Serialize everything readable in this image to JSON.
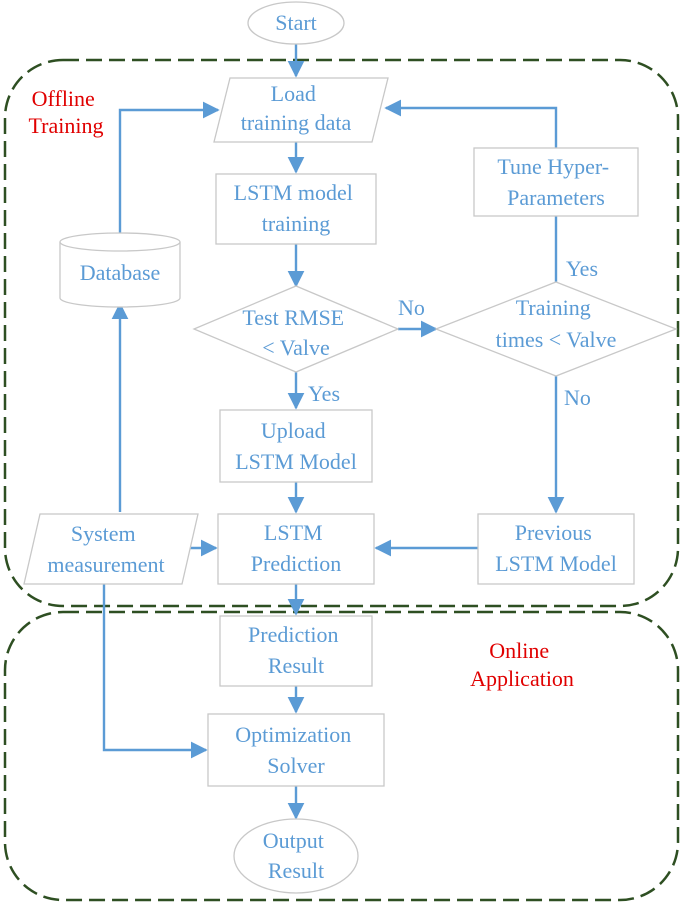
{
  "regions": {
    "offline": {
      "lines": [
        "Offline",
        "Training"
      ]
    },
    "online": {
      "lines": [
        "Online",
        "Application"
      ]
    }
  },
  "nodes": {
    "start": {
      "lines": [
        "Start"
      ]
    },
    "load": {
      "lines": [
        "Load",
        "training data"
      ]
    },
    "train": {
      "lines": [
        "LSTM model",
        "training"
      ]
    },
    "tune": {
      "lines": [
        "Tune Hyper-",
        "Parameters"
      ]
    },
    "database": {
      "lines": [
        "Database"
      ]
    },
    "test": {
      "lines": [
        "Test RMSE",
        "< Valve"
      ]
    },
    "times": {
      "lines": [
        "Training",
        "times < Valve"
      ]
    },
    "upload": {
      "lines": [
        "Upload",
        "LSTM Model"
      ]
    },
    "sysmeas": {
      "lines": [
        "System",
        "measurement"
      ]
    },
    "predict": {
      "lines": [
        "LSTM",
        "Prediction"
      ]
    },
    "previous": {
      "lines": [
        "Previous",
        "LSTM Model"
      ]
    },
    "result": {
      "lines": [
        "Prediction",
        "Result"
      ]
    },
    "solver": {
      "lines": [
        "Optimization",
        "Solver"
      ]
    },
    "output": {
      "lines": [
        "Output",
        "Result"
      ]
    }
  },
  "edge_labels": {
    "test_no": "No",
    "test_yes": "Yes",
    "times_yes": "Yes",
    "times_no": "No"
  },
  "colors": {
    "node_text": "#5b9bd5",
    "arrow": "#5b9bd5",
    "region_label": "#e00000",
    "region_border": "#2e4f22",
    "shape_border": "#c8c8c8"
  }
}
